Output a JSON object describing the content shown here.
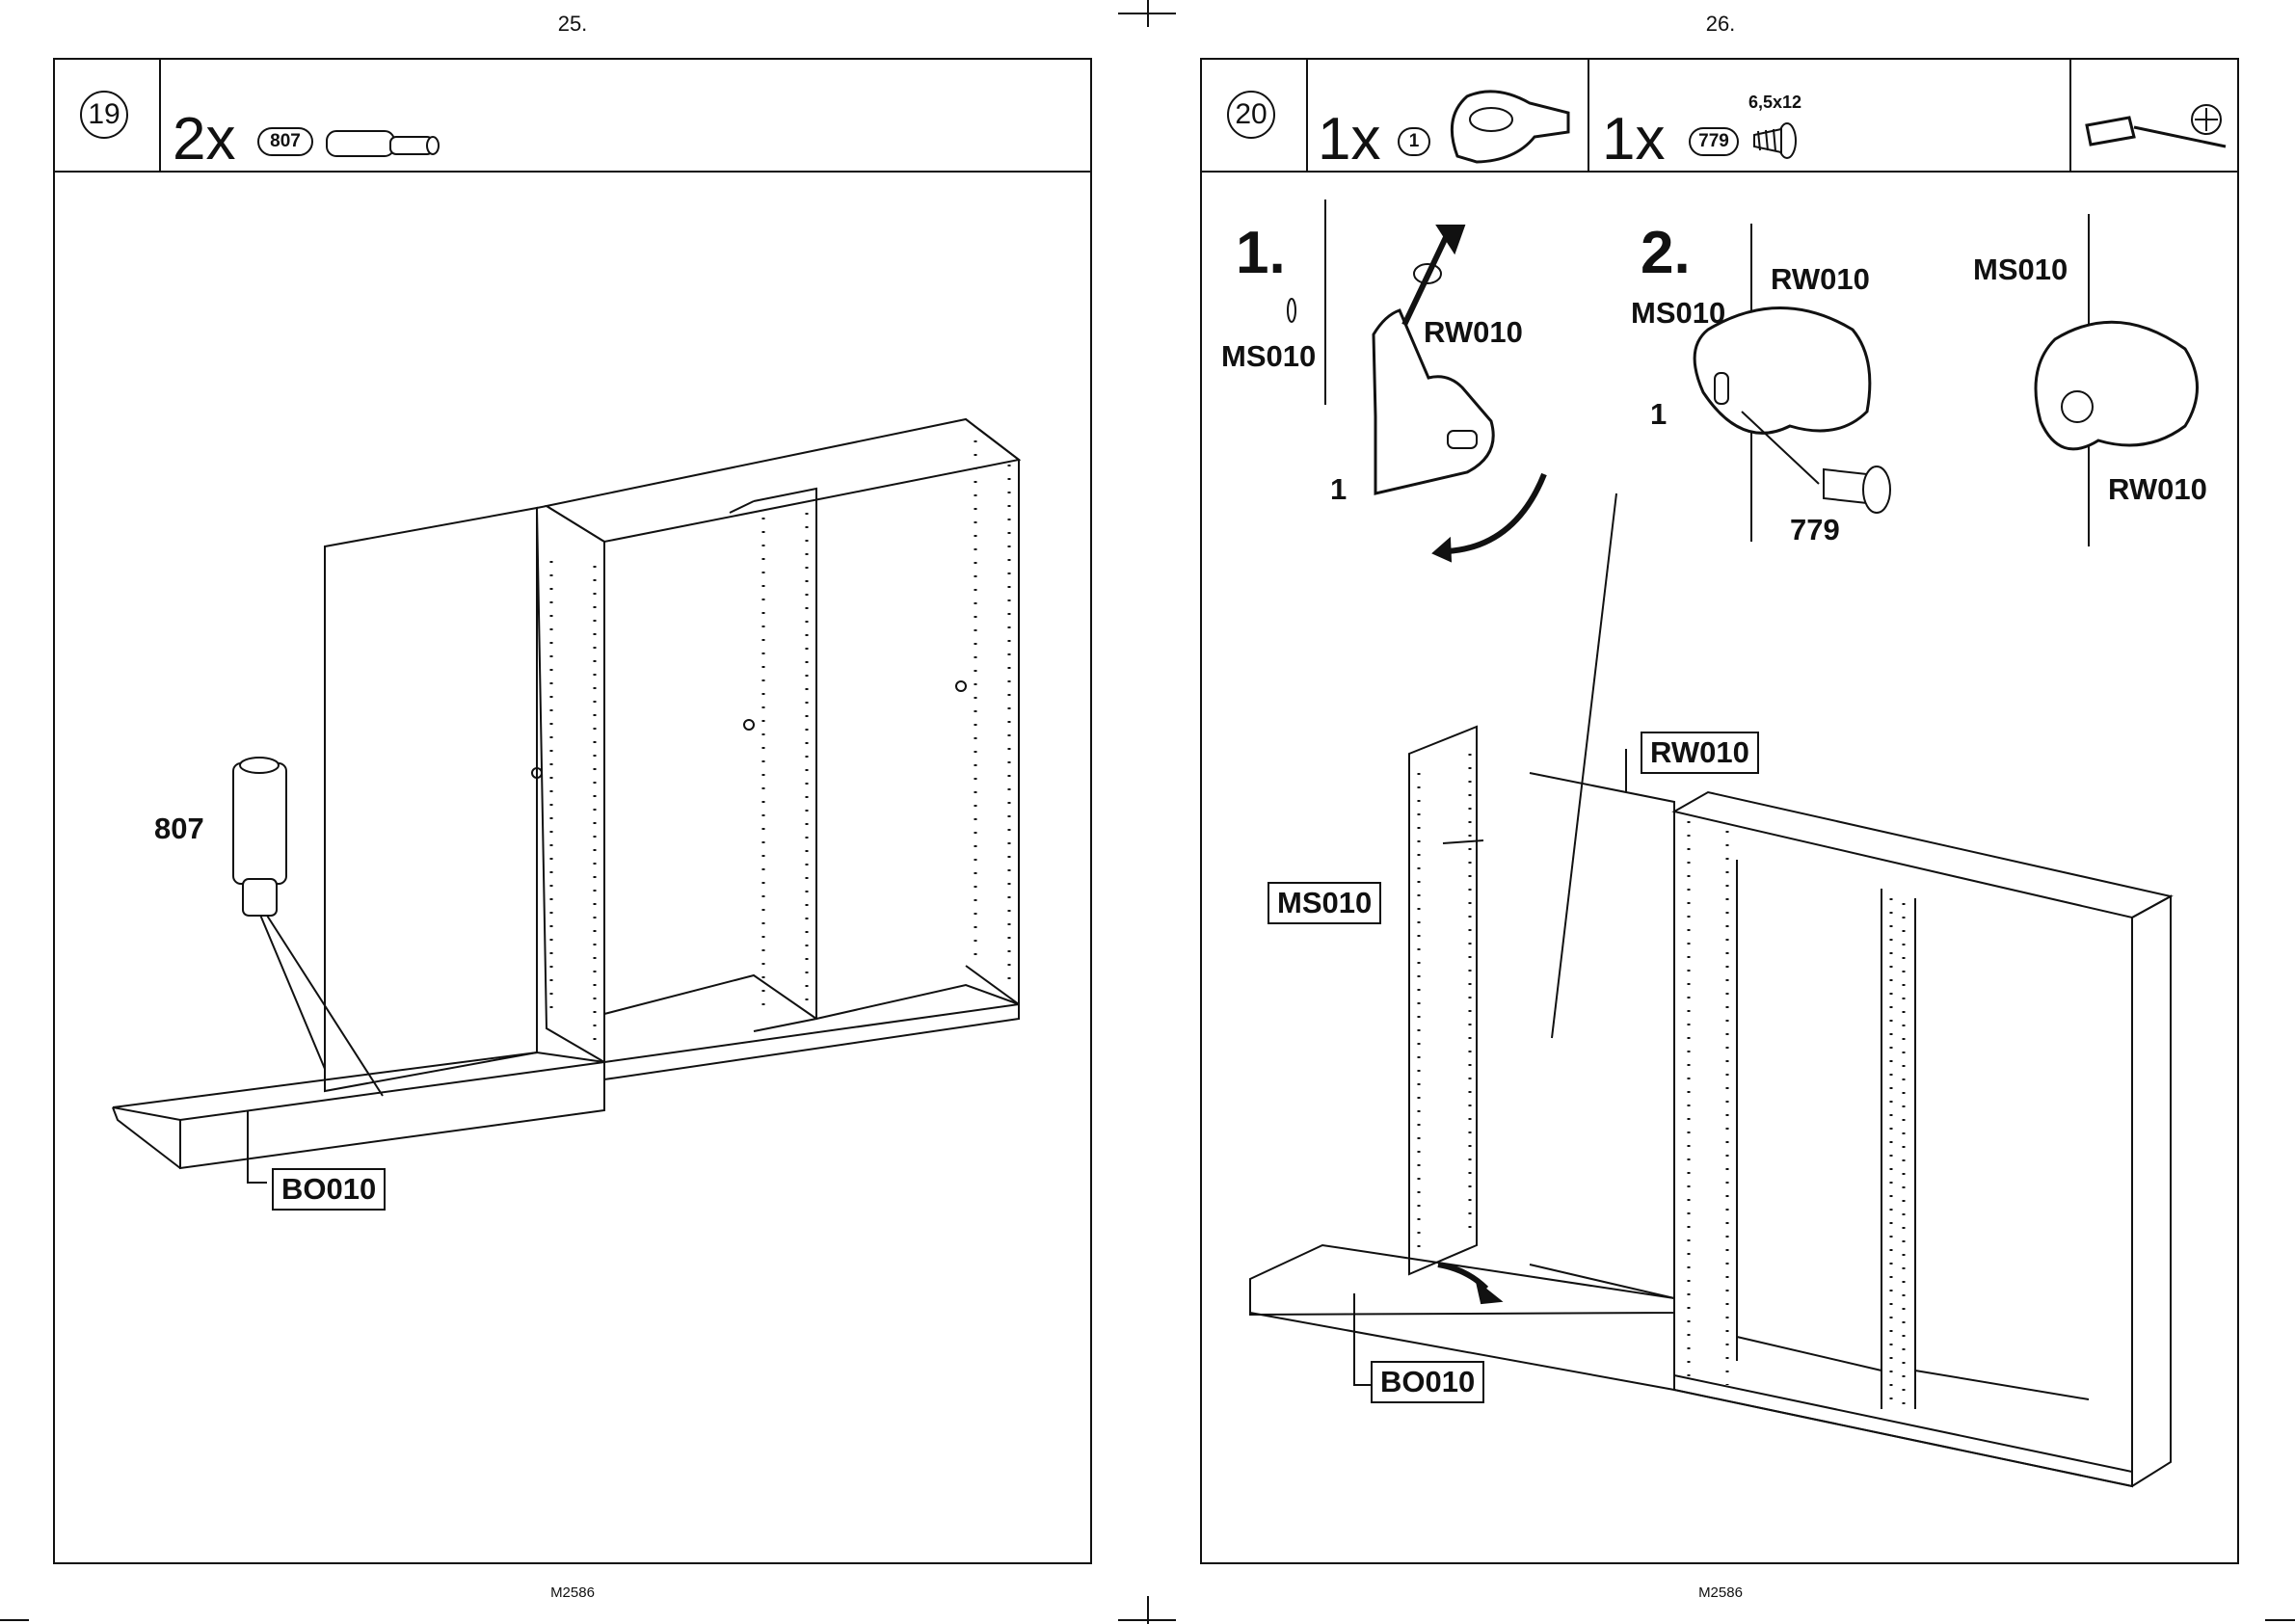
{
  "pages": {
    "left": {
      "number": "25.",
      "code": "M2586"
    },
    "right": {
      "number": "26.",
      "code": "M2586"
    }
  },
  "step19": {
    "step": "19",
    "qty": "2x",
    "part_badge": "807",
    "labels": {
      "dowel": "807",
      "bottom": "BO010"
    }
  },
  "step20": {
    "step": "20",
    "qty1": "1x",
    "badge1": "1",
    "qty2": "1x",
    "badge2": "779",
    "screw_size": "6,5x12",
    "sub1": {
      "num": "1.",
      "ms": "MS010",
      "rw": "RW010",
      "part": "1"
    },
    "sub2": {
      "num": "2.",
      "ms": "MS010",
      "rw": "RW010",
      "part": "1",
      "screw": "779"
    },
    "sub3": {
      "ms": "MS010",
      "rw": "RW010"
    },
    "labels": {
      "rw": "RW010",
      "ms": "MS010",
      "bottom": "BO010"
    }
  }
}
